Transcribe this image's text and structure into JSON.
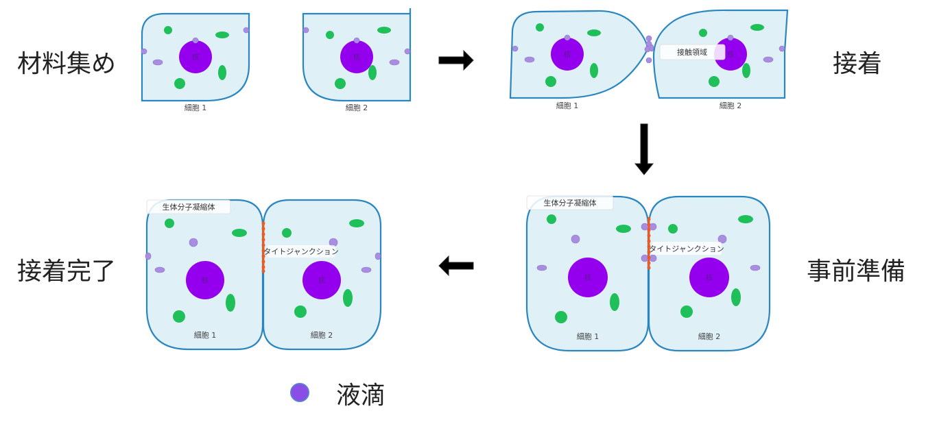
{
  "stages": {
    "gather": "材料集め",
    "adhere": "接着",
    "prepare": "事前準備",
    "complete": "接着完了"
  },
  "cell1_label": "細胞 1",
  "cell2_label": "細胞 2",
  "nucleus_label": "核",
  "contact_region_label": "接触領域",
  "condensate_label": "生体分子凝縮体",
  "tight_junction_label": "タイトジャンクション",
  "legend": {
    "droplet_label": "液滴"
  },
  "colors": {
    "cytoplasm": "#dff0f7",
    "membrane": "#2a86c0",
    "nucleus": "#9400ee",
    "organelle": "#1fbf5a",
    "droplet": "#a98ee0",
    "junction": "#f05a1e",
    "arrow": "#000000"
  }
}
